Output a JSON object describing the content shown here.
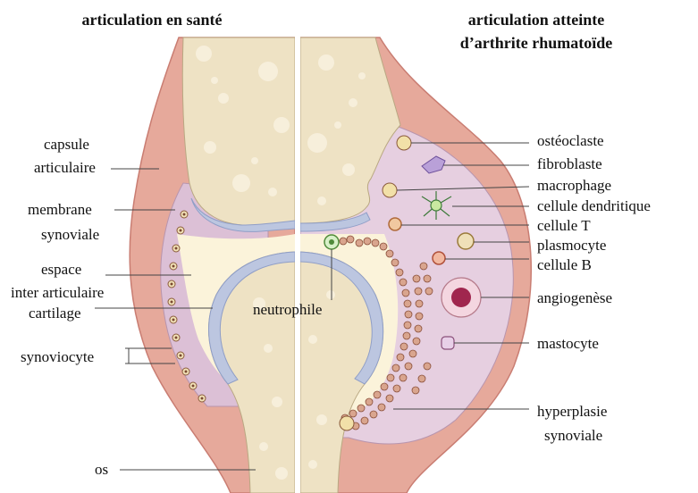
{
  "titles": {
    "healthy": "articulation en santé",
    "ra_line1": "articulation atteinte",
    "ra_line2": "d’arthrite rhumatoïde"
  },
  "labels_left": {
    "capsule_1": "capsule",
    "capsule_2": "articulaire",
    "membrane_1": "membrane",
    "membrane_2": "synoviale",
    "espace_1": "espace",
    "espace_2": "inter articulaire",
    "cartilage": "cartilage",
    "synoviocyte": "synoviocyte",
    "os": "os"
  },
  "label_center": {
    "neutrophile": "neutrophile"
  },
  "labels_right": {
    "osteoclaste": "ostéoclaste",
    "fibroblaste": "fibroblaste",
    "macrophage": "macrophage",
    "dendritique": "cellule dendritique",
    "cellule_t": "cellule T",
    "plasmocyte": "plasmocyte",
    "cellule_b": "cellule B",
    "angiogenese": "angiogenèse",
    "mastocyte": "mastocyte",
    "hyperplasie_1": "hyperplasie",
    "hyperplasie_2": "synoviale"
  },
  "colors": {
    "capsule": "#e6a99b",
    "capsule_edge": "#c97d72",
    "bone": "#eee2c4",
    "bone_spot": "#f7efdb",
    "membrane": "#dcc0d6",
    "cartilage": "#bcc6e0",
    "cartilage_edge": "#8f9ec7",
    "joint_space": "#fbf3da",
    "ra_tissue": "#e6cfe0",
    "ra_cell": "#c79a8a",
    "angio": "#a0264e"
  }
}
